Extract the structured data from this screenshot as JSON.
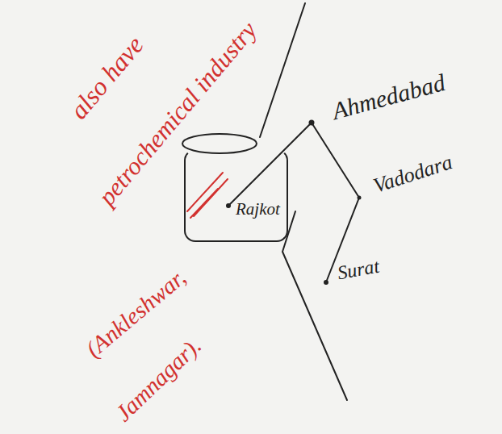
{
  "diagram": {
    "nodes": [
      {
        "text": [
          "Rajkot"
        ]
      }
    ],
    "labels": [
      "also have",
      "petrochemical industry",
      "(Ankleshwar,",
      "Jamnagar).",
      "Ahmedabad",
      "Vadodara",
      "Surat"
    ]
  }
}
